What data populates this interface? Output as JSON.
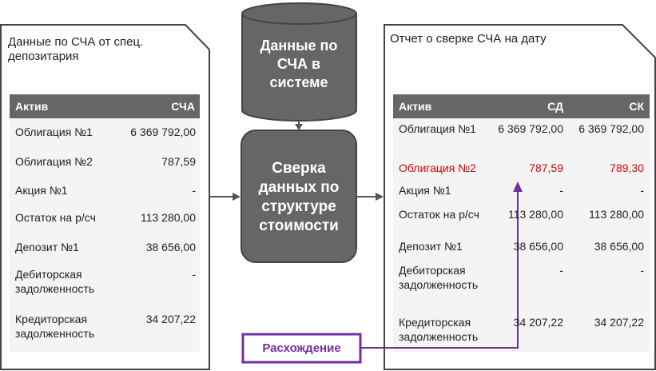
{
  "left_doc": {
    "title": "Данные по СЧА от спец. депозитария",
    "headers": [
      "Актив",
      "СЧА"
    ],
    "rows": [
      [
        "Облигация №1",
        "6 369 792,00"
      ],
      [
        "Облигация №2",
        "787,59"
      ],
      [
        "Акция №1",
        "-"
      ],
      [
        "Остаток на р/сч",
        "113 280,00"
      ],
      [
        "Депозит №1",
        "38 656,00"
      ],
      [
        "Дебиторская задолженность",
        "-"
      ],
      [
        "Кредиторская задолженность",
        "34 207,22"
      ]
    ]
  },
  "system_db": {
    "label": "Данные по СЧА в системе"
  },
  "process": {
    "label": "Сверка данных по структуре стоимости"
  },
  "right_doc": {
    "title": "Отчет о сверке СЧА на дату",
    "headers": [
      "Актив",
      "СД",
      "СК"
    ],
    "rows": [
      [
        "Облигация №1",
        "6 369 792,00",
        "6 369 792,00"
      ],
      [
        "Облигация №2",
        "787,59",
        "789,30"
      ],
      [
        "Акция №1",
        "-",
        "-"
      ],
      [
        "Остаток на р/сч",
        "113 280,00",
        "113 280,00"
      ],
      [
        "Депозит №1",
        "38 656,00",
        "38 656,00"
      ],
      [
        "Дебиторская задолженность",
        "-",
        "-"
      ],
      [
        "Кредиторская задолженность",
        "34 207,22",
        "34 207,22"
      ]
    ]
  },
  "callout": {
    "label": "Расхождение"
  },
  "colors": {
    "dark": "#666666",
    "accent": "#7030a0",
    "mismatch": "#e00000"
  }
}
